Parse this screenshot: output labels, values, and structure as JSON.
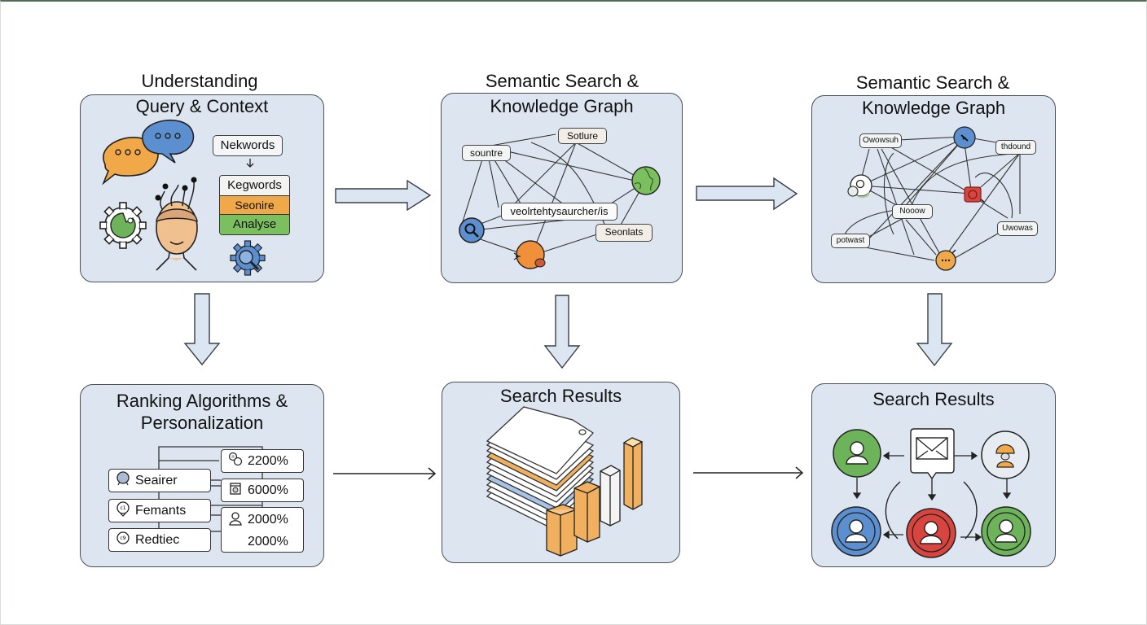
{
  "panels": {
    "understanding": {
      "title_line1": "Understanding",
      "title_line2": "Query & Context",
      "keyword_label": "Nekwords",
      "stack": [
        "Kegwords",
        "Seonire",
        "Analyse"
      ],
      "icons": [
        "speech-bubbles-icon",
        "gear-icon",
        "head-with-sensors-icon",
        "gear-search-icon"
      ]
    },
    "semantic1": {
      "title_line1": "Semantic Search &",
      "title_line2": "Knowledge Graph",
      "nodes": [
        "sountre",
        "Sotlure",
        "veolrtehtysaurcher/is",
        "Seonlats"
      ],
      "icons": [
        "magnifier-node-icon",
        "globe-node-icon",
        "orange-node-icon"
      ]
    },
    "semantic2": {
      "title_line1": "Semantic Search &",
      "title_line2": "Knowledge Graph",
      "nodes": [
        "Owowsuh",
        "thdound",
        "Nooow",
        "potwast",
        "Uwowas"
      ],
      "icons": [
        "blue-node-icon",
        "chat-node-icon",
        "red-node-icon",
        "ellipsis-node-icon"
      ]
    },
    "ranking": {
      "title_line1": "Ranking Algorithms &",
      "title_line2": "Personalization",
      "left_items": [
        "Seairer",
        "Femants",
        "Redtiec"
      ],
      "right_items": [
        "2200%",
        "6000%",
        "2000%",
        "2000%"
      ]
    },
    "results1": {
      "title": "Search Results",
      "icons": [
        "document-stack-icon",
        "bar-chart-icon"
      ]
    },
    "results2": {
      "title": "Search Results",
      "icons": [
        "envelope-icon",
        "user-icon"
      ]
    }
  },
  "colors": {
    "panel_bg": "#dde6f0",
    "orange": "#f0a848",
    "blue": "#5b8fd0",
    "green": "#6cb35a",
    "red": "#d9443e",
    "arrow_fill": "#dce6f2"
  }
}
